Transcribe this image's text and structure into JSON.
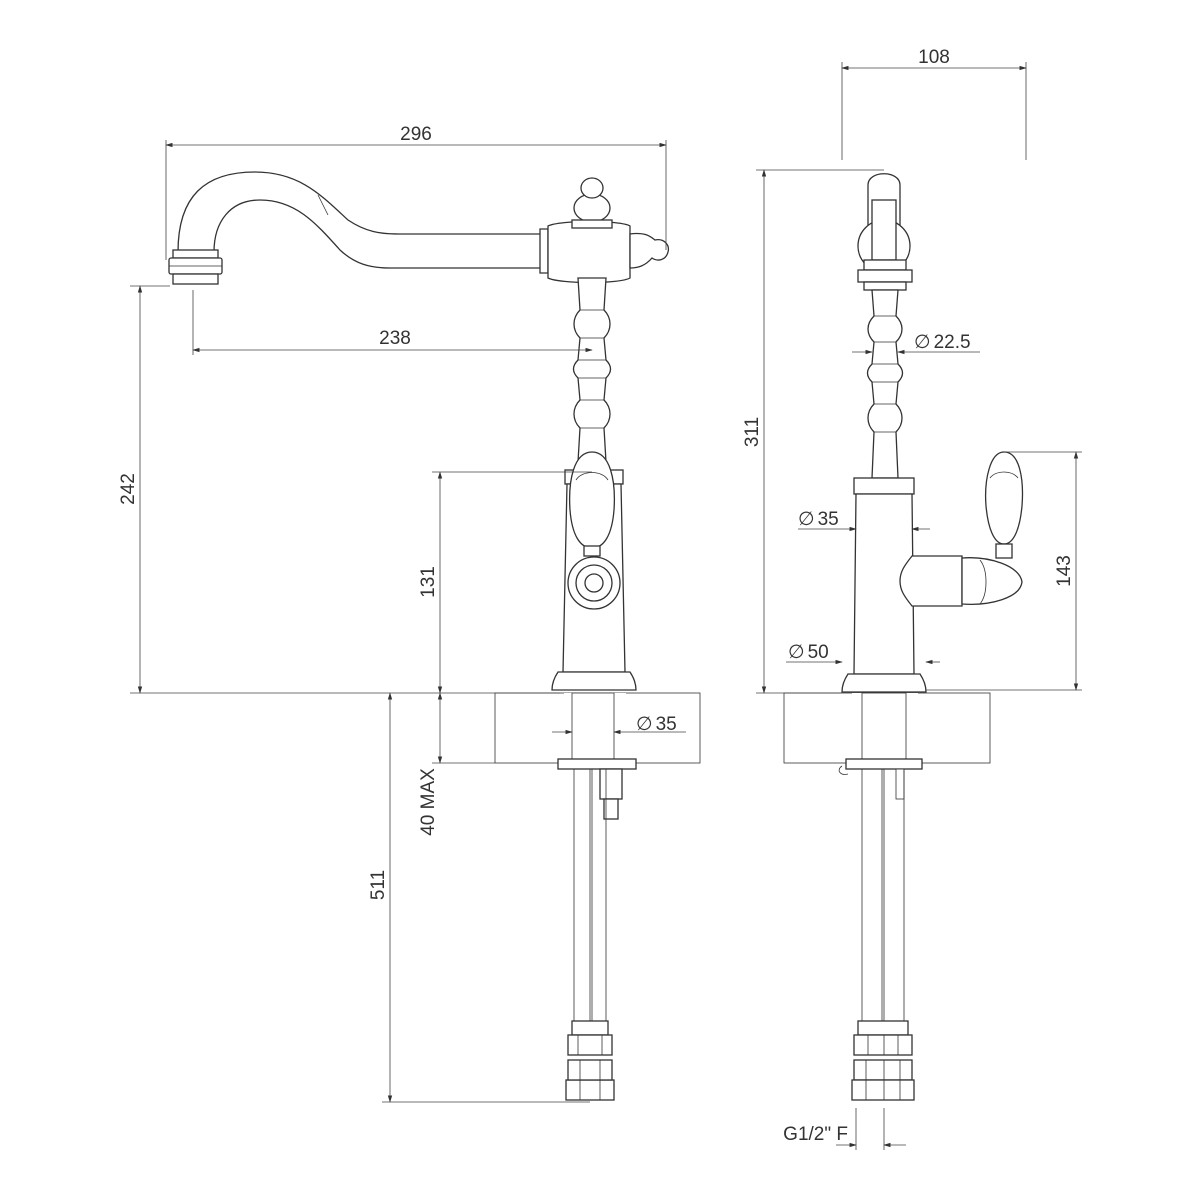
{
  "dimensions": {
    "spout_reach": "296",
    "spout_offset": "238",
    "spout_height": "242",
    "body_height_front": "131",
    "body_dia_below": "35",
    "deck_thickness": "40 MAX",
    "hose_length": "511",
    "depth": "108",
    "total_height": "311",
    "neck_dia": "22.5",
    "body_dia_side": "35",
    "base_dia": "50",
    "handle_height": "143",
    "connection": "G1/2\" F"
  },
  "diameter_symbol": "∅"
}
